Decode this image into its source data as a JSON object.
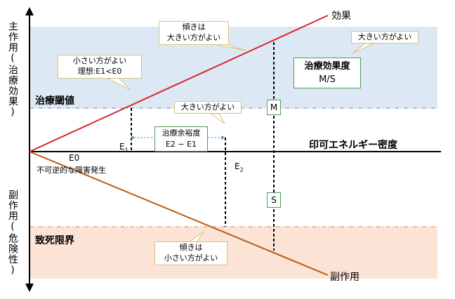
{
  "axis": {
    "y_top_label": "主作用(治療効果)",
    "y_bottom_label": "副作用(危険性)",
    "x_label": "印可エネルギー密度"
  },
  "zones": {
    "therapeutic_threshold": "治療閾値",
    "lethal_limit": "致死限界"
  },
  "lines": {
    "effect": "効果",
    "side_effect": "副作用"
  },
  "points": {
    "e0": "E0",
    "e0_note": "不可逆的な障害発生",
    "e1": "E",
    "e1_sub": "1",
    "e2": "E",
    "e2_sub": "2",
    "m": "M",
    "s": "S"
  },
  "callouts": {
    "effect_slope": [
      "傾きは",
      "大きい方がよい"
    ],
    "small_better": [
      "小さい方がよい",
      "理想:E1<E0"
    ],
    "ratio_big": "大きい方がよい",
    "margin_big": "大きい方がよい",
    "side_slope": [
      "傾きは",
      "小さい方がよい"
    ]
  },
  "boxes": {
    "therapeutic_effect": [
      "治療効果度",
      "M/S"
    ],
    "treatment_margin": [
      "治療余裕度",
      "E2 − E1"
    ]
  },
  "colors": {
    "effect_line": "#d9262b",
    "side_effect_line": "#b65d14",
    "upper_zone": "#dce9f5",
    "lower_zone": "#fbe3d6",
    "callout_border": "#d9c27a",
    "box_border": "#4f9a5a"
  }
}
